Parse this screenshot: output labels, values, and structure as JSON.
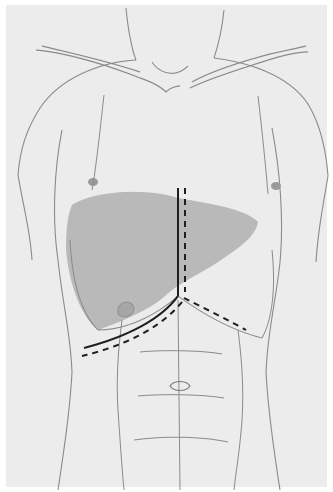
{
  "figure": {
    "background_color": "#ececec",
    "page_color": "#ffffff",
    "outline_color": "#8a8a8a",
    "liver_color": "#b9b9b9",
    "incision_color": "#1e1e1e",
    "anatomy": [
      "torso-outline",
      "clavicles",
      "nipples",
      "rib-cage",
      "liver",
      "gallbladder",
      "umbilicus",
      "abdominal-musculature"
    ],
    "incisions": [
      {
        "name": "subcostal-incision",
        "style": "solid"
      },
      {
        "name": "subcostal-incision-alternative",
        "style": "dashed"
      },
      {
        "name": "upper-midline-incision",
        "style": "solid"
      },
      {
        "name": "midline-incision-alternative",
        "style": "dashed"
      },
      {
        "name": "left-subcostal-extension",
        "style": "dashed"
      }
    ]
  }
}
